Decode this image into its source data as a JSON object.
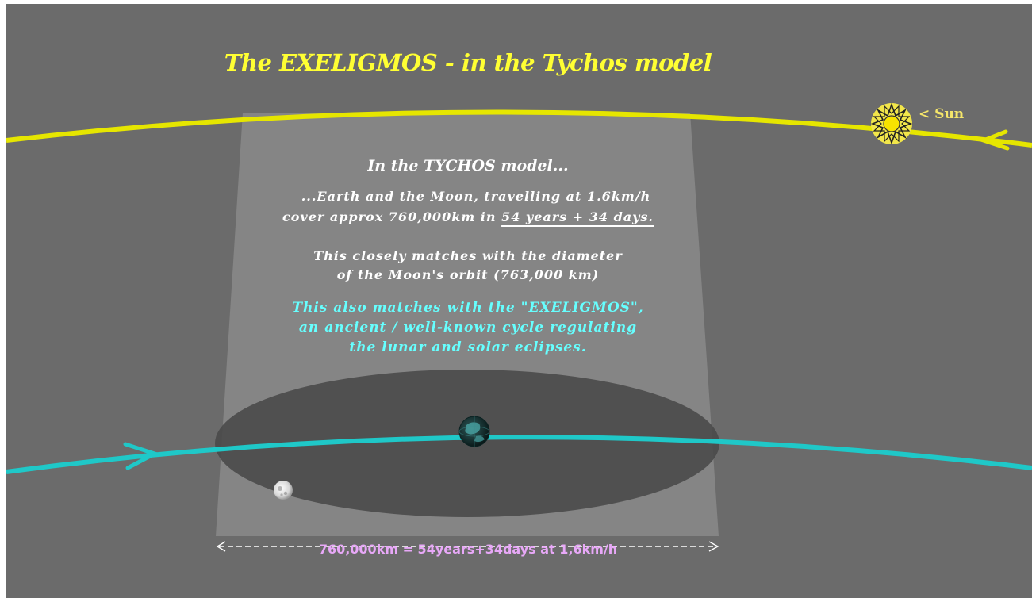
{
  "title": "The EXELIGMOS - in the Tychos model",
  "sun_label": "< Sun",
  "panel": {
    "heading": "In the TYCHOS model...",
    "line1": "...Earth and the Moon, travelling at 1.6km/h",
    "line2_prefix": "cover approx 760,000km in ",
    "line2_underlined": "54 years + 34 days.",
    "match1_line1": "This closely matches with the diameter",
    "match1_line2": "of the Moon's orbit (763,000 km)",
    "match2_line1": "This also matches with the \"EXELIGMOS\",",
    "match2_line2": "an ancient / well-known cycle regulating",
    "match2_line3": "the lunar and solar eclipses."
  },
  "measure_label": "760,000km = 54years+34days at 1,6km/h",
  "colors": {
    "background": "#6b6b6b",
    "sun_orbit": "#e6e600",
    "earth_orbit": "#1fc8c8",
    "title": "#ffff33",
    "highlight_text": "#66ffff",
    "measure_text": "#e8a8f8",
    "panel": "#8a8a8a",
    "moon_orbit_ellipse": "#4a4a4a"
  },
  "icons": {
    "sun": "sun-icon",
    "earth": "earth-icon",
    "moon": "moon-icon"
  }
}
